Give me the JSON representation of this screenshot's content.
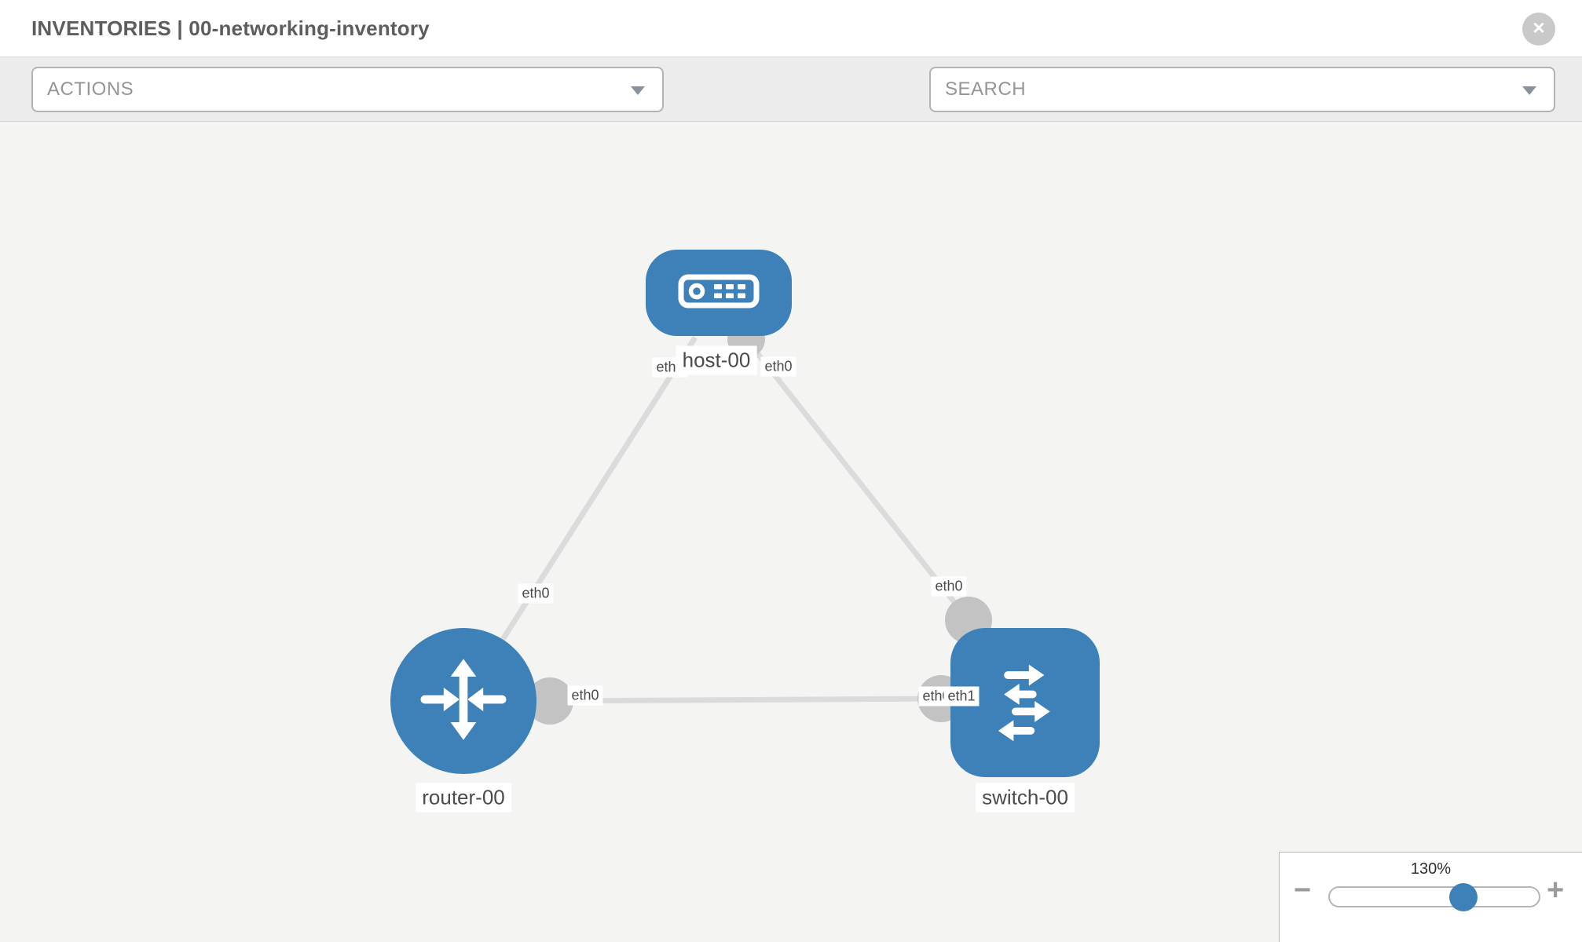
{
  "header": {
    "title": "INVENTORIES | 00-networking-inventory",
    "close_glyph": "✕"
  },
  "toolbar": {
    "actions_placeholder": "ACTIONS",
    "search_placeholder": "SEARCH",
    "tool_icons": [
      "wrench",
      "key"
    ]
  },
  "topology": {
    "nodes": [
      {
        "id": "host-00",
        "type": "host",
        "label": "host-00"
      },
      {
        "id": "router-00",
        "type": "router",
        "label": "router-00"
      },
      {
        "id": "switch-00",
        "type": "switch",
        "label": "switch-00"
      }
    ],
    "links": [
      {
        "source": "host-00",
        "source_interface": "eth0",
        "target": "router-00",
        "target_interface": "eth0"
      },
      {
        "source": "host-00",
        "source_interface": "eth0",
        "target": "switch-00",
        "target_interface": "eth0"
      },
      {
        "source": "router-00",
        "source_interface": "eth0",
        "target": "switch-00",
        "target_interface": "eth1"
      }
    ],
    "interface_labels": {
      "host_left": "eth0",
      "host_right": "eth0",
      "router_top": "eth0",
      "router_right": "eth0",
      "switch_top": "eth0",
      "switch_left_back": "eth0",
      "switch_left_front": "eth1"
    }
  },
  "zoom_control": {
    "level": "130%",
    "value_percent": 130,
    "minus_glyph": "−",
    "plus_glyph": "+"
  },
  "colors": {
    "node_blue": "#3d81b8",
    "link_gray": "#dbdbdb",
    "interface_dot_gray": "#c3c3c3",
    "canvas_bg": "#f4f4f3",
    "toolbar_bg": "#ececec"
  }
}
